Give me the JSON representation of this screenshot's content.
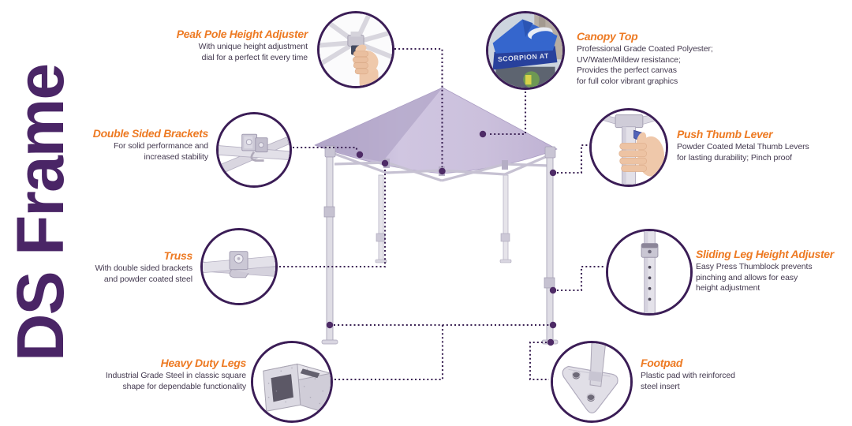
{
  "title": "DS Frame",
  "canopy_photo_text": "SCORPION AT",
  "colors": {
    "heading_accent": "#ed7a23",
    "body_text": "#43394f",
    "title_purple": "#4a2566",
    "connector_purple": "#3a2153",
    "canopy_lavender": "#cbc0dc",
    "photo_canopy_blue": "#28419c"
  },
  "callouts": [
    {
      "id": "peak-pole-height-adjuster",
      "title": "Peak Pole Height Adjuster",
      "lines": [
        "With unique height adjustment",
        "dial for a perfect fit every time"
      ]
    },
    {
      "id": "canopy-top",
      "title": "Canopy Top",
      "lines": [
        "Professional Grade Coated Polyester;",
        "UV/Water/Mildew resistance;",
        "Provides the perfect canvas",
        "for full color vibrant graphics"
      ]
    },
    {
      "id": "double-sided-brackets",
      "title": "Double Sided Brackets",
      "lines": [
        "For solid performance and",
        "increased stability"
      ]
    },
    {
      "id": "push-thumb-lever",
      "title": "Push Thumb Lever",
      "lines": [
        "Powder Coated Metal Thumb Levers",
        "for lasting durability; Pinch proof"
      ]
    },
    {
      "id": "truss",
      "title": "Truss",
      "lines": [
        "With double sided brackets",
        "and powder coated steel"
      ]
    },
    {
      "id": "sliding-leg-height-adjuster",
      "title": "Sliding Leg Height Adjuster",
      "lines": [
        "Easy Press Thumblock prevents",
        "pinching and allows for easy",
        "height adjustment"
      ]
    },
    {
      "id": "heavy-duty-legs",
      "title": "Heavy Duty Legs",
      "lines": [
        "Industrial Grade Steel in classic square",
        "shape for dependable functionality"
      ]
    },
    {
      "id": "footpad",
      "title": "Footpad",
      "lines": [
        "Plastic pad with reinforced",
        "steel insert"
      ]
    }
  ]
}
